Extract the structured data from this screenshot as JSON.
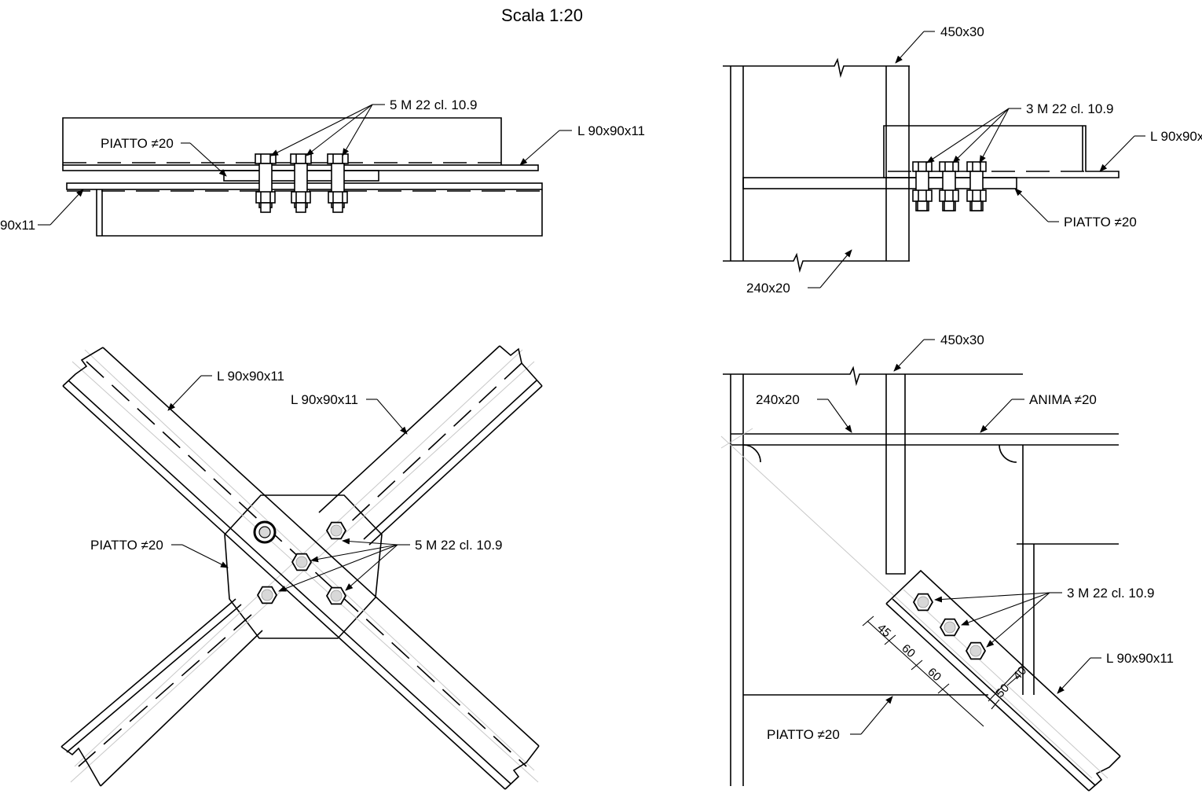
{
  "drawing": {
    "scale": "Scala 1:20",
    "labels": {
      "bolts5": "5 M 22 cl. 10.9",
      "bolts3": "3 M 22 cl. 10.9",
      "angle": "L 90x90x11",
      "angle_cut_left": "90x11",
      "angle_cut_right": "L 90x90x",
      "plate": "PIATTO ≠20",
      "flange_450": "450x30",
      "flange_240": "240x20",
      "web": "ANIMA ≠20"
    },
    "dimensions": [
      "45",
      "60",
      "60",
      "50",
      "40"
    ]
  }
}
